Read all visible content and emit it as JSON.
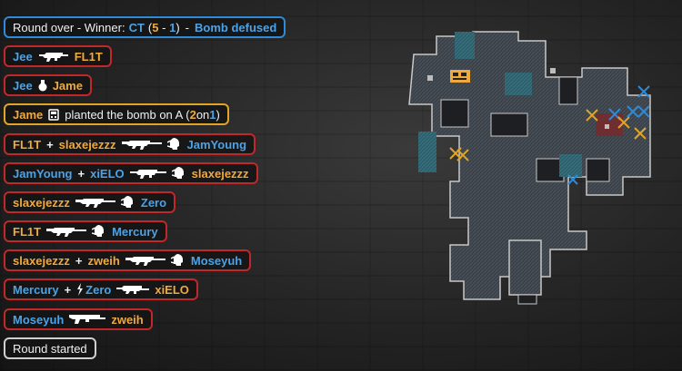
{
  "header": {
    "prefix": "Round over - Winner:",
    "team": "CT",
    "open": "(",
    "score_ct": "5",
    "dash": "-",
    "score_t": "1",
    "close": ")",
    "sep": "-",
    "result": "Bomb defused"
  },
  "feed": [
    {
      "killer": "Jee",
      "killer_team": "ct",
      "weapon": "rifle-icon",
      "victim": "FL1T",
      "victim_team": "t"
    },
    {
      "killer": "Jee",
      "killer_team": "ct",
      "weapon": "grenade-icon",
      "victim": "Jame",
      "victim_team": "t"
    },
    {
      "plant": true,
      "player": "Jame",
      "text": "planted the bomb on A (",
      "a": "2",
      "on": "on",
      "b": "1",
      "close": ")"
    },
    {
      "killer": "FL1T",
      "killer_team": "t",
      "plus": "+",
      "assist": "slaxejezzz",
      "assist_team": "t",
      "weapon": "ak-icon",
      "headshot": true,
      "victim": "JamYoung",
      "victim_team": "ct"
    },
    {
      "killer": "JamYoung",
      "killer_team": "ct",
      "plus": "+",
      "assist": "xiELO",
      "assist_team": "ct",
      "weapon": "rifle-icon",
      "headshot": true,
      "victim": "slaxejezzz",
      "victim_team": "t"
    },
    {
      "killer": "slaxejezzz",
      "killer_team": "t",
      "weapon": "ak-icon",
      "headshot": true,
      "victim": "Zero",
      "victim_team": "ct"
    },
    {
      "killer": "FL1T",
      "killer_team": "t",
      "weapon": "ak-icon",
      "headshot": true,
      "victim": "Mercury",
      "victim_team": "ct"
    },
    {
      "killer": "slaxejezzz",
      "killer_team": "t",
      "plus": "+",
      "assist": "zweih",
      "assist_team": "t",
      "weapon": "ak-icon",
      "headshot": true,
      "victim": "Moseyuh",
      "victim_team": "ct"
    },
    {
      "killer": "Mercury",
      "killer_team": "ct",
      "plus": "+",
      "assist_icon": "flash-icon",
      "assist": "Zero",
      "assist_team": "ct",
      "weapon": "smg-icon",
      "victim": "xiELO",
      "victim_team": "t"
    },
    {
      "killer": "Moseyuh",
      "killer_team": "ct",
      "weapon": "shotgun-icon",
      "victim": "zweih",
      "victim_team": "t"
    }
  ],
  "footer": {
    "text": "Round started"
  },
  "colors": {
    "ct": "#4aa3e8",
    "t": "#f2a93b",
    "ct_border": "#2f8ad8",
    "t_border": "#c0282a",
    "plant_border": "#e0a526"
  },
  "map": {
    "name_icon": "radar-map-icon",
    "bomb_icon": "bomb-icon"
  }
}
